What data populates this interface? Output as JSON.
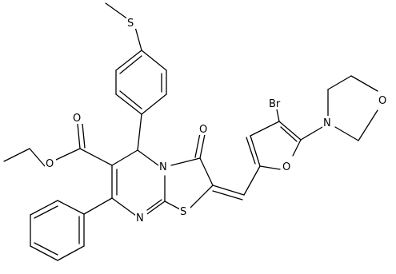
{
  "atoms": {
    "sulfur_methylthio": "S",
    "ester_carbonyl_o": "O",
    "ester_ether_o": "O",
    "ring_n": "N",
    "ketone_o": "O",
    "pyrimidine_n": "N",
    "thiazole_s": "S",
    "bromine": "Br",
    "furan_o": "O",
    "morpholine_n": "N",
    "morpholine_o": "O"
  }
}
